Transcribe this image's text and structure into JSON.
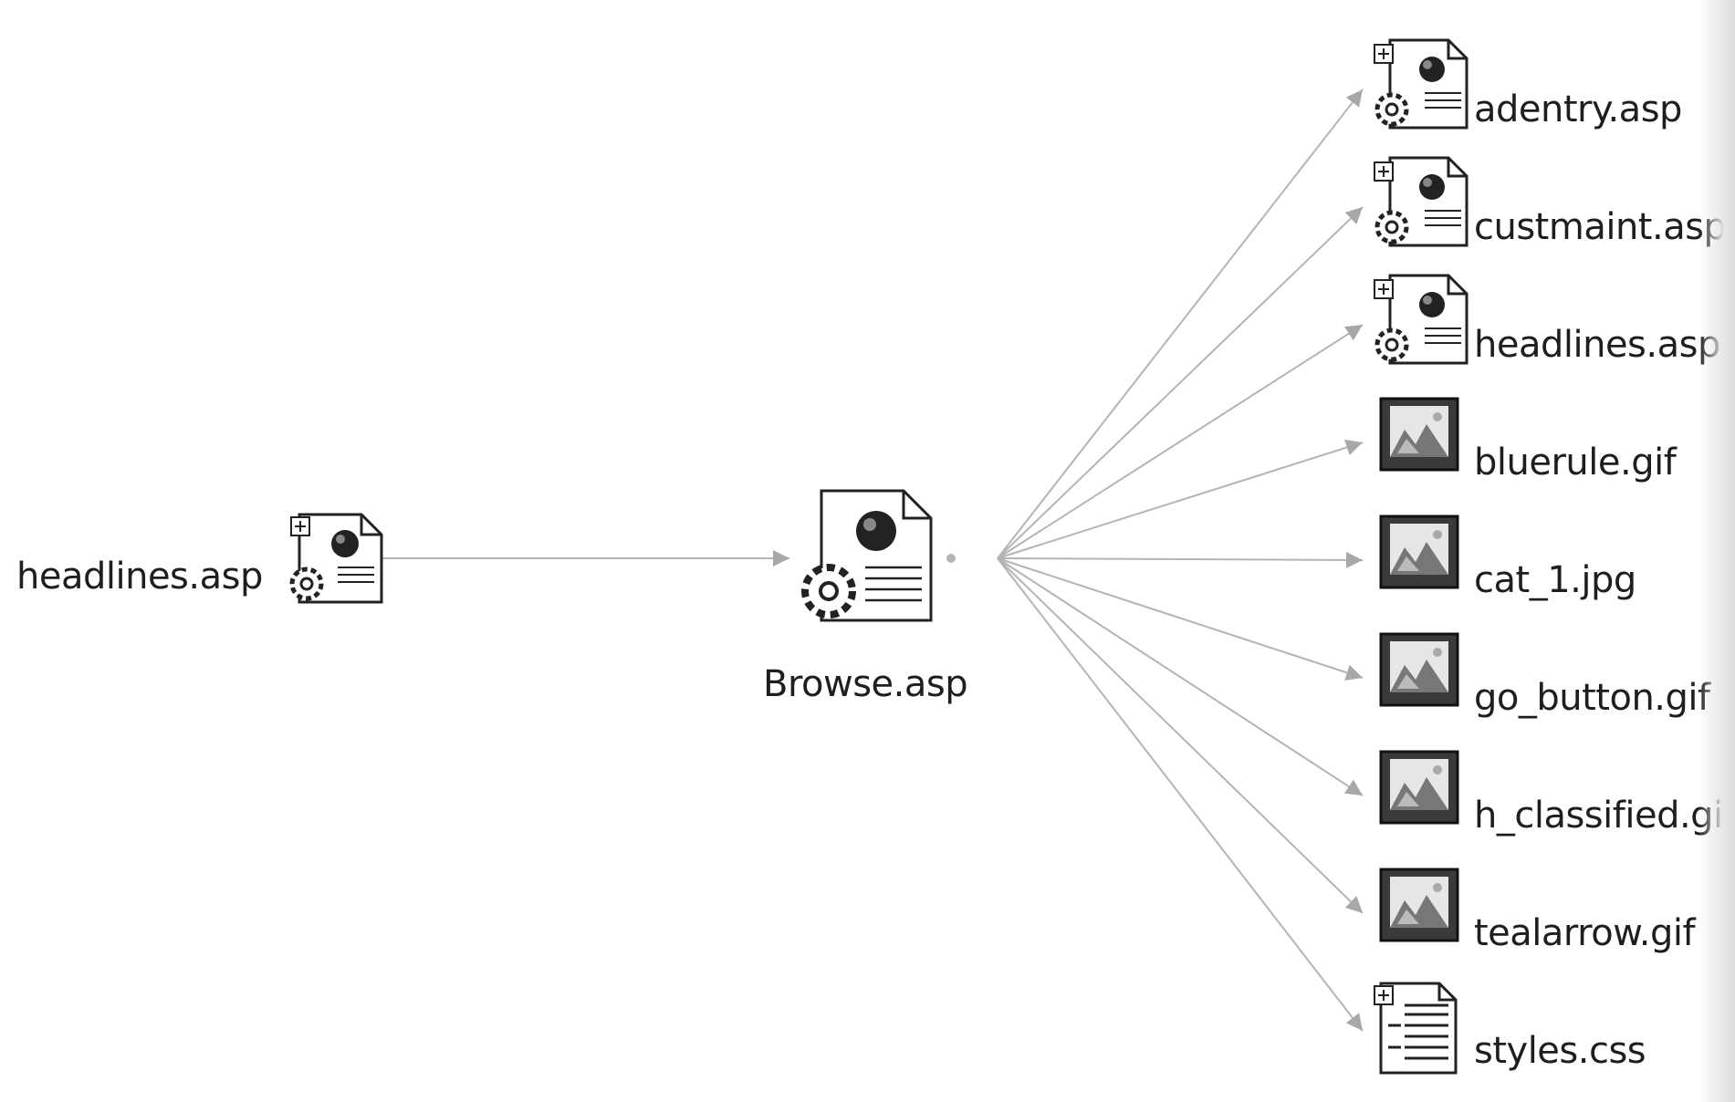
{
  "source": {
    "label": "headlines.asp",
    "icon": "asp-page-icon",
    "expandable": true
  },
  "center": {
    "label": "Browse.asp",
    "icon": "asp-page-icon"
  },
  "targets": [
    {
      "label": "adentry.asp",
      "icon": "asp-page-icon",
      "expandable": true
    },
    {
      "label": "custmaint.asp",
      "icon": "asp-page-icon",
      "expandable": true
    },
    {
      "label": "headlines.asp",
      "icon": "asp-page-icon",
      "expandable": true
    },
    {
      "label": "bluerule.gif",
      "icon": "image-file-icon"
    },
    {
      "label": "cat_1.jpg",
      "icon": "image-file-icon"
    },
    {
      "label": "go_button.gif",
      "icon": "image-file-icon"
    },
    {
      "label": "h_classified.gif",
      "icon": "image-file-icon"
    },
    {
      "label": "tealarrow.gif",
      "icon": "image-file-icon"
    },
    {
      "label": "styles.css",
      "icon": "stylesheet-file-icon",
      "expandable": true
    }
  ],
  "colors": {
    "edge": "#b4b4b4",
    "arrowhead": "#a8a8a8",
    "text": "#1e1e1e"
  }
}
